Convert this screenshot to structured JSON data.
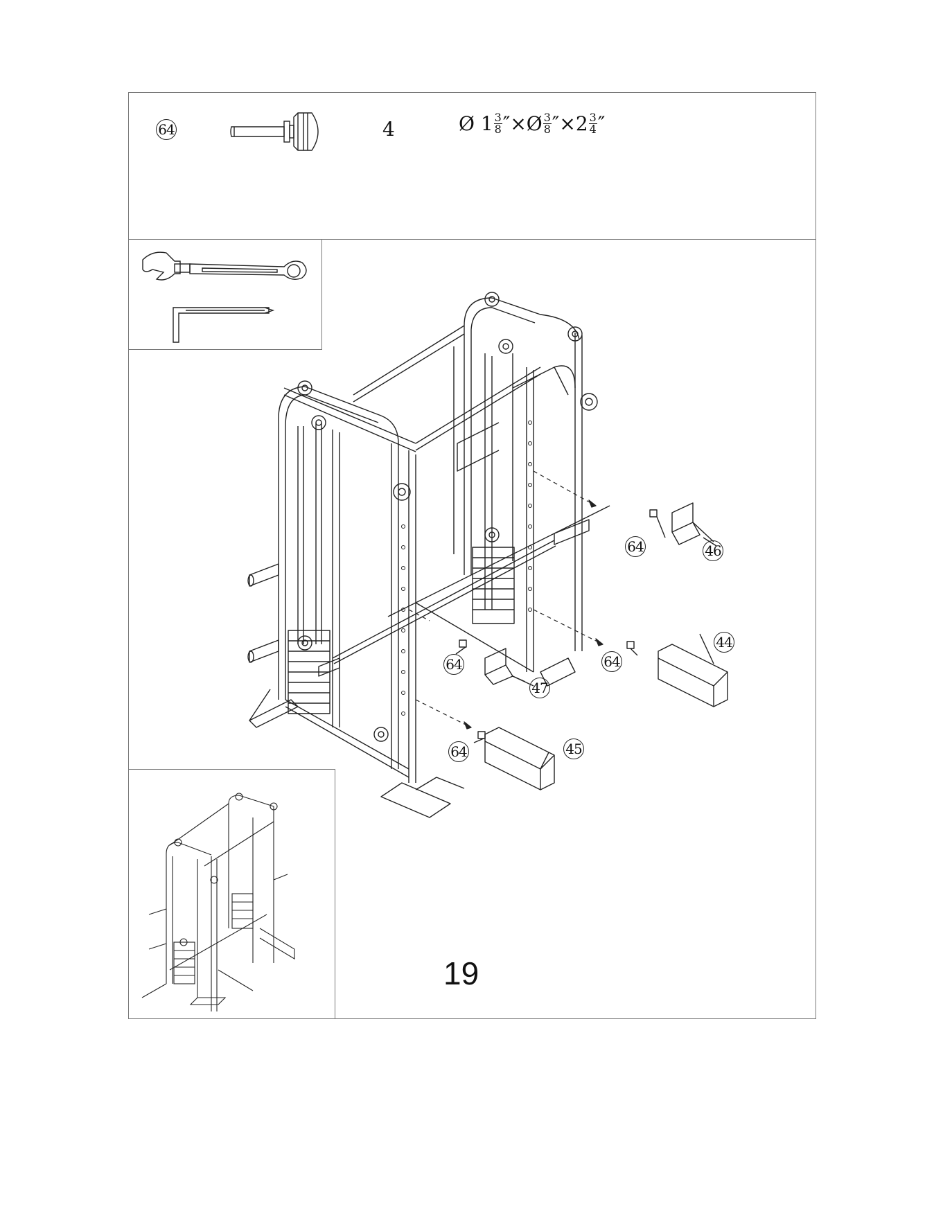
{
  "parts_row": {
    "part_number": "64",
    "quantity": "4",
    "dimension": {
      "d1_prefix": "Ø 1",
      "d1_num": "3",
      "d1_den": "8",
      "d1_unit": "″×Ø ",
      "d2_num": "3",
      "d2_den": "8",
      "d2_unit": "″×2 ",
      "len_num": "3",
      "len_den": "4",
      "len_unit": "″"
    },
    "part_icon": "pin-knob-icon"
  },
  "tools": {
    "icons": [
      "adjustable-wrench-icon",
      "allen-key-icon"
    ]
  },
  "callouts": {
    "c46": "46",
    "c64a": "64",
    "c44": "44",
    "c64b": "64",
    "c64c": "64",
    "c47": "47",
    "c64d": "64",
    "c45": "45"
  },
  "page_number": "19",
  "colors": {
    "line": "#222222",
    "frame": "#777777"
  }
}
